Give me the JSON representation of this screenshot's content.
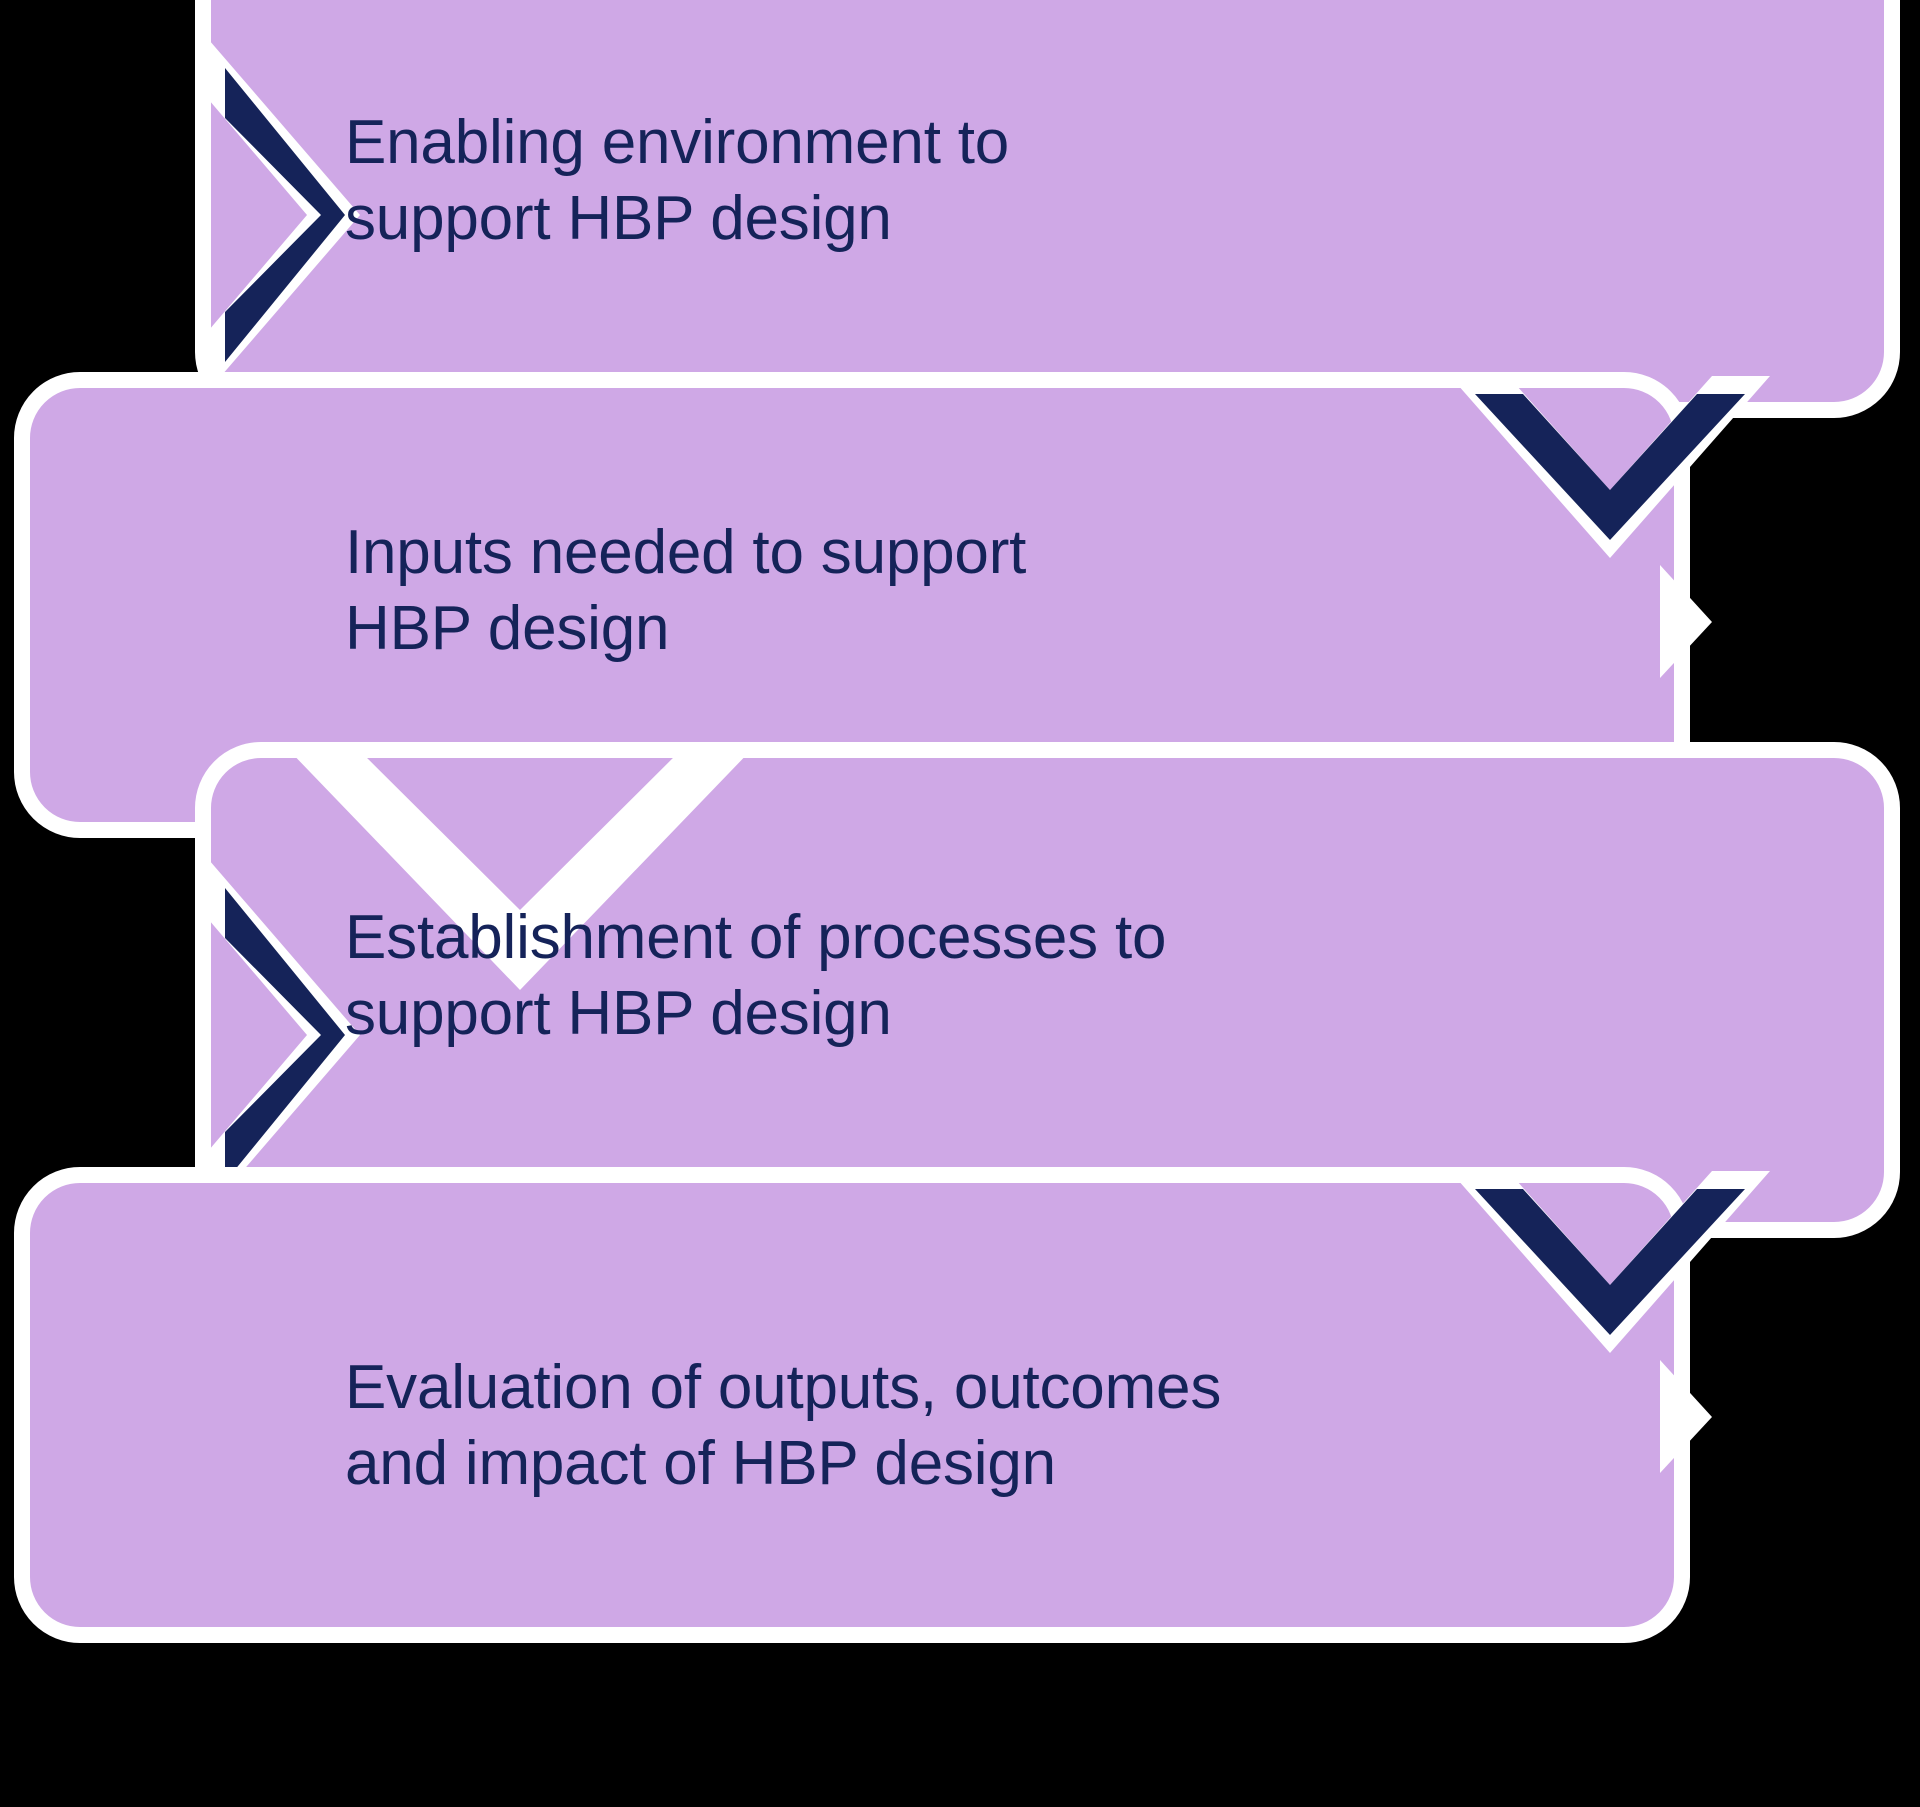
{
  "diagram": {
    "title": "HBP design process flow",
    "type": "vertical-chevron-process",
    "background_color": "#000000",
    "box_fill_color": "#CFA8E6",
    "box_outline_color": "#FFFFFF",
    "chevron_color": "#152359",
    "text_color": "#152359",
    "steps": [
      {
        "index": 1,
        "label": "Enabling environment to\nsupport HBP design",
        "line1": "Enabling environment to",
        "line2": "support HBP design",
        "marker_icon": "chevron-right-icon",
        "marker_position": "left"
      },
      {
        "index": 2,
        "label": "Inputs needed to support\nHBP design",
        "line1": "Inputs needed to support",
        "line2": "HBP design",
        "marker_icon": "chevron-down-icon",
        "marker_position": "top-right"
      },
      {
        "index": 3,
        "label": "Establishment of processes to\nsupport HBP design",
        "line1": "Establishment of processes to",
        "line2": "support HBP design",
        "marker_icon": "chevron-right-icon",
        "marker_position": "left"
      },
      {
        "index": 4,
        "label": "Evaluation of outputs, outcomes\nand impact of HBP design",
        "line1": "Evaluation of outputs, outcomes",
        "line2": "and impact of HBP design",
        "marker_icon": "chevron-down-icon",
        "marker_position": "top-right"
      }
    ]
  }
}
